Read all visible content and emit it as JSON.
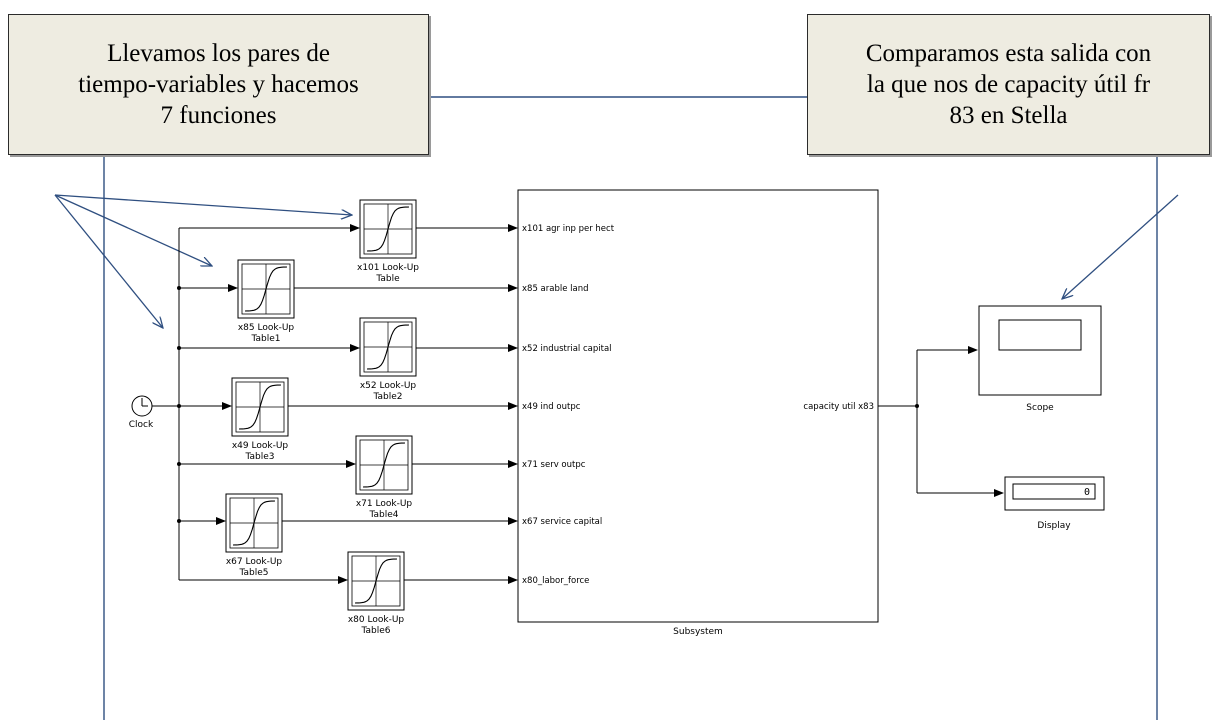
{
  "callouts": {
    "left": [
      "Llevamos los pares de",
      "tiempo-variables y hacemos",
      "7 funciones"
    ],
    "right": [
      "Comparamos esta salida con",
      "la que nos de capacity útil fr",
      "83 en Stella"
    ]
  },
  "clock": {
    "label": "Clock"
  },
  "lookup_tables": [
    {
      "line1": "x101 Look-Up",
      "line2": "Table"
    },
    {
      "line1": "x85 Look-Up",
      "line2": "Table1"
    },
    {
      "line1": "x52 Look-Up",
      "line2": "Table2"
    },
    {
      "line1": "x49 Look-Up",
      "line2": "Table3"
    },
    {
      "line1": "x71 Look-Up",
      "line2": "Table4"
    },
    {
      "line1": "x67 Look-Up",
      "line2": "Table5"
    },
    {
      "line1": "x80 Look-Up",
      "line2": "Table6"
    }
  ],
  "subsystem": {
    "label": "Subsystem",
    "inputs": [
      "x101 agr inp per hect",
      "x85 arable land",
      "x52 industrial capital",
      "x49 ind outpc",
      "x71 serv outpc",
      "x67 service capital",
      "x80_labor_force"
    ],
    "output": "capacity util x83"
  },
  "scope": {
    "label": "Scope"
  },
  "display": {
    "label": "Display",
    "value": "0"
  }
}
